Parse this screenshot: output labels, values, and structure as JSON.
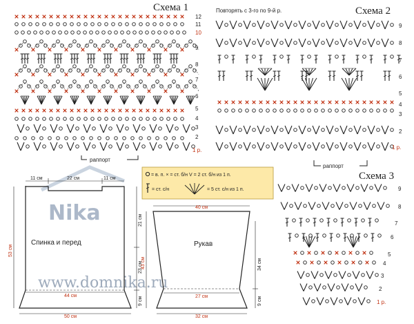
{
  "scheme1": {
    "title": "Схема 1",
    "rows": [
      "12",
      "11",
      "10",
      "9",
      "8",
      "7",
      "6",
      "5",
      "4",
      "3",
      "2",
      "1 р."
    ],
    "repeat": "раппорт"
  },
  "scheme2": {
    "title": "Схема 2",
    "note": "Повторять с 3-го по 9-й р.",
    "rows": [
      "9",
      "8",
      "7",
      "6",
      "5",
      "4",
      "3",
      "2",
      "1 р."
    ],
    "repeat": "раппорт"
  },
  "scheme3": {
    "title": "Схема 3",
    "rows": [
      "9",
      "8",
      "7",
      "6",
      "5",
      "4",
      "3",
      "2",
      "1 р."
    ]
  },
  "legend": {
    "line1": "= в. п.   × = ст. б/н   V = 2 ст. б/н из 1 п.",
    "line2": "= ст. с/н",
    "line3": "= 5 ст. с/н из 1 п."
  },
  "back": {
    "label": "Спинка и перед",
    "top_left": "11 см",
    "top_mid": "22 см",
    "top_right": "11 см",
    "height": "53 см",
    "side_top": "21 см",
    "side_mid": "23 см",
    "side_bottom": "9 см",
    "inner_width": "44 см",
    "bottom_width": "50 см"
  },
  "sleeve": {
    "label": "Рукав",
    "top_width": "40 см",
    "height_left": "43 см",
    "height_right": "34 см",
    "side_bottom": "9 см",
    "mid_width": "27 см",
    "bottom_width": "32 см"
  },
  "watermark": {
    "brand": "Nika",
    "site": "www.domnika.ru"
  },
  "colors": {
    "ink": "#222222",
    "accent": "#c03010",
    "legend_bg": "#fde9a8",
    "watermark": "#7d8ea5"
  }
}
